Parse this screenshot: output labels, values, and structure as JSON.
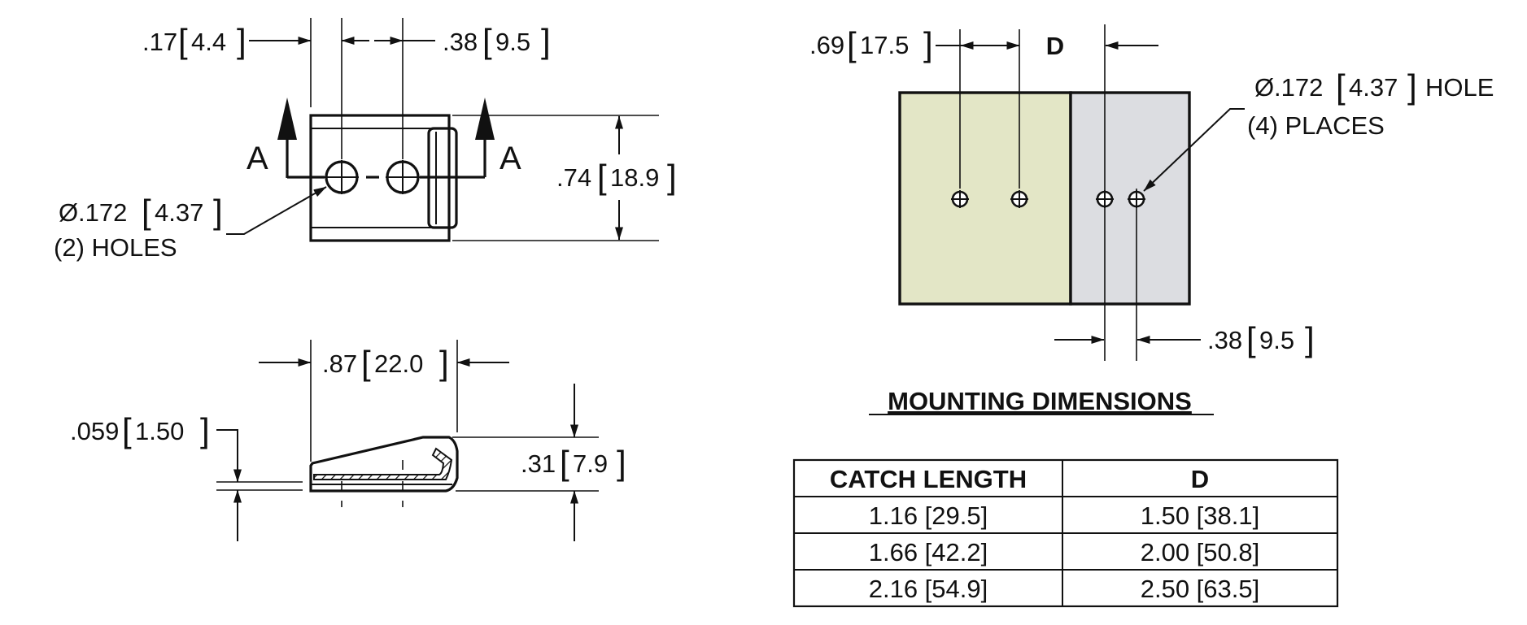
{
  "colors": {
    "line": "#111111",
    "catch_plate": "#e3e6c6",
    "strike_plate": "#dcdde1",
    "background": "#ffffff"
  },
  "top_view": {
    "dim_left": {
      "inch": ".17",
      "mm": "4.4"
    },
    "dim_right": {
      "inch": ".38",
      "mm": "9.5"
    },
    "dim_height": {
      "inch": ".74",
      "mm": "18.9"
    },
    "section_left": "A",
    "section_right": "A",
    "hole_note": {
      "symbol": "Ø",
      "inch": ".172",
      "mm": "4.37",
      "line2": "(2) HOLES"
    }
  },
  "side_view": {
    "dim_width": {
      "inch": ".87",
      "mm": "22.0"
    },
    "dim_thickness": {
      "inch": ".059",
      "mm": "1.50"
    },
    "dim_height": {
      "inch": ".31",
      "mm": "7.9"
    }
  },
  "mounting_view": {
    "dim_left": {
      "inch": ".69",
      "mm": "17.5"
    },
    "dim_d": "D",
    "dim_right": {
      "inch": ".38",
      "mm": "9.5"
    },
    "hole_note": {
      "symbol": "Ø",
      "inch": ".172",
      "mm": "4.37",
      "suffix": "HOLE",
      "line2": "(4) PLACES"
    }
  },
  "mounting_title": "MOUNTING DIMENSIONS",
  "table": {
    "headers": [
      "CATCH LENGTH",
      "D"
    ],
    "rows": [
      [
        "1.16 [29.5]",
        "1.50 [38.1]"
      ],
      [
        "1.66 [42.2]",
        "2.00 [50.8]"
      ],
      [
        "2.16 [54.9]",
        "2.50 [63.5]"
      ]
    ]
  }
}
